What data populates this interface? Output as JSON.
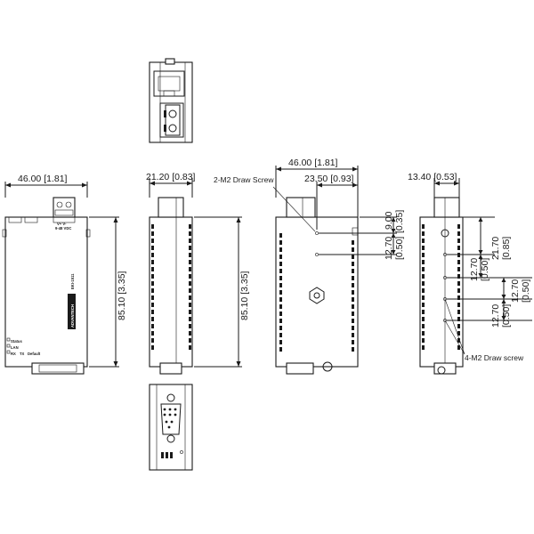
{
  "dimensions": {
    "front_width": "46.00 [1.81]",
    "front_height": "85.10 [3.35]",
    "side_width": "21.20 [0.83]",
    "side_height": "85.10 [3.35]",
    "back_width": "46.00 [1.81]",
    "back_offset": "23.50 [0.93]",
    "back_v1": "12.70",
    "back_v1_in": "[0.50]",
    "back_v2": "9.00",
    "back_v2_in": "[0.35]",
    "right_width": "13.40 [0.53]",
    "right_v_top": "21.70",
    "right_v_top_in": "[0.85]",
    "right_v_a": "12.70",
    "right_v_a_in": "[0.50]",
    "right_v_b": "12.70",
    "right_v_b_in": "[0.50]",
    "right_v_c": "12.70",
    "right_v_c_in": "[0.50]"
  },
  "callouts": {
    "back_screw": "2-M2 Draw Screw",
    "side_screw": "4-M2 Draw screw"
  },
  "device": {
    "brand": "ADVANTECH",
    "model": "EKI-1511",
    "led_status": "Status",
    "led_link": "LAN",
    "led_rx": "RX",
    "led_tx": "TX",
    "led_default": "Default",
    "terminal_label": "V+ V-",
    "power_label": "9-48 VDC"
  }
}
